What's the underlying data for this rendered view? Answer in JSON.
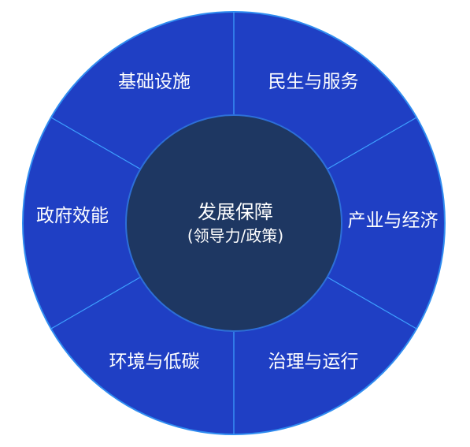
{
  "center": {
    "title": "发展保障",
    "subtitle": "(领导力/政策)"
  },
  "segments": [
    {
      "label": "民生与服务"
    },
    {
      "label": "产业与经济"
    },
    {
      "label": "治理与运行"
    },
    {
      "label": "环境与低碳"
    },
    {
      "label": "政府效能"
    },
    {
      "label": "基础设施"
    }
  ],
  "colors": {
    "ring_fill": "#1f3fc4",
    "ring_border": "#2f8cf0",
    "divider": "#3ea0ff",
    "center_fill": "#1e3762",
    "center_border": "#2d6fd8",
    "text": "#ffffff"
  }
}
